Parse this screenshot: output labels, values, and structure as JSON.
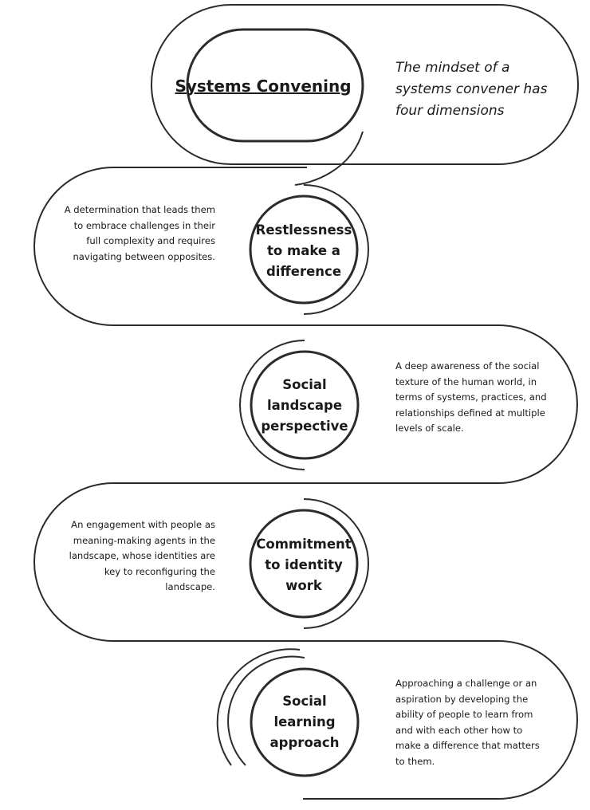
{
  "header": {
    "title": "Systems Convening",
    "intro": "The mindset of a systems convener has four dimensions"
  },
  "dimensions": [
    {
      "label": "Restlessness to make a difference",
      "description": "A determination that leads them to embrace challenges in their full complexity and requires navigating between opposites."
    },
    {
      "label": "Social landscape perspective",
      "description": "A deep awareness of the social texture of the human world, in terms of systems, practices, and relationships defined at multiple levels of scale."
    },
    {
      "label": "Commitment to identity work",
      "description": "An engagement with people as meaning-making agents in the landscape, whose identities are key to reconfiguring the landscape."
    },
    {
      "label": "Social learning approach",
      "description": "Approaching a challenge or an aspiration by developing the ability of people to learn from and with each other how to make a difference that matters to them."
    }
  ]
}
